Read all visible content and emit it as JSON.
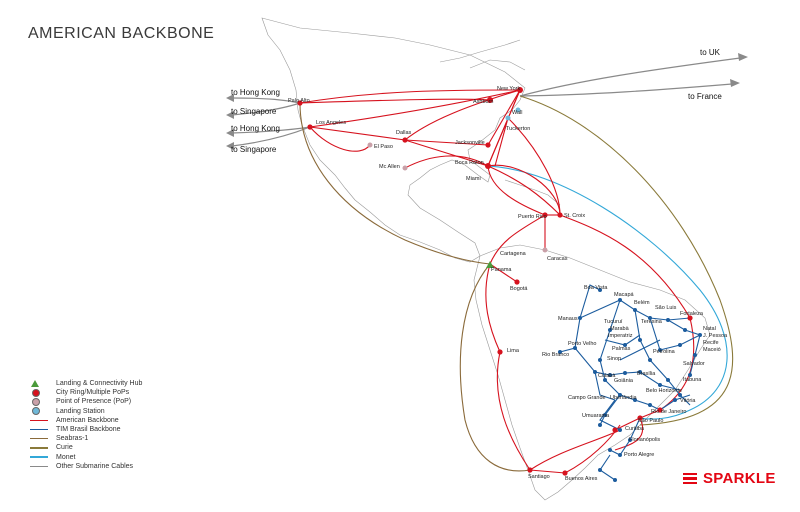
{
  "title": "AMERICAN BACKBONE",
  "colors": {
    "american_backbone": "#d6121e",
    "tim_brasil": "#1c5c9e",
    "seabras": "#8a6a3a",
    "curie": "#8a7a3a",
    "monet": "#33a8d8",
    "other_cables": "#8a8a8a",
    "hub": "#4a9a3a",
    "pop": "#c9a0a8",
    "landing": "#6fb8d8"
  },
  "destinations": {
    "to_uk": "to UK",
    "to_france": "to France",
    "to_hong_kong_1": "to Hong Kong",
    "to_singapore_1": "to Singapore",
    "to_hong_kong_2": "to Hong Kong",
    "to_singapore_2": "to Singapore"
  },
  "cities": {
    "new_york": "New York",
    "ashburn": "Ashburn",
    "wall": "Wall",
    "tuckerton": "Tuckerton",
    "palo_alto": "Palo Alto",
    "los_angeles": "Los Angeles",
    "dallas": "Dallas",
    "el_paso": "El Paso",
    "jacksonville": "Jacksonville",
    "boca_raton": "Boca Raton",
    "miami": "Miami",
    "mc_allen": "Mc Allen",
    "puerto_rico": "Puerto Rico",
    "st_croix": "St. Croix",
    "cartagena": "Cartagena",
    "caracas": "Caracas",
    "panama": "Panama",
    "bogota": "Bogotá",
    "boa_vista": "Boa Vista",
    "macapa": "Macapá",
    "belem": "Belém",
    "sao_luis": "São Luis",
    "fortaleza": "Fortaleza",
    "manaus": "Manaus",
    "tucurui": "Tucuruí",
    "maraba": "Marabà",
    "teresina": "Teresina",
    "natal": "Natal",
    "imperatriz": "Imperatriz",
    "j_pessoa": "J. Pessoa",
    "recife": "Recife",
    "maceio": "Maceió",
    "porto_velho": "Porto Velho",
    "palmas": "Palmas",
    "petrolina": "Petrolina",
    "rio_branco": "Rio Branco",
    "sinop": "Sinop",
    "salvador": "Salvador",
    "lima": "Lima",
    "cuiaba": "Cuiabà",
    "brasilia": "Brasília",
    "goiania": "Goiânia",
    "itabuna": "Itabuna",
    "belo_horizonte": "Belo Horizonte",
    "campo_grande": "Campo Grande",
    "uberlandia": "Uberlândia",
    "vitoria": "Vitória",
    "umuarama": "Umuarama",
    "rio_de_janeiro": "Rio de Janeiro",
    "sao_paulo": "São Paulo",
    "curitiba": "Curitiba",
    "florianopolis": "Florianópolis",
    "porto_alegre": "Porto Alegre",
    "santiago": "Santiago",
    "buenos_aires": "Buenos Aires"
  },
  "legend": [
    {
      "symbol": "triangle",
      "color": "#4a9a3a",
      "label": "Landing & Connectivity Hub"
    },
    {
      "symbol": "dot",
      "color": "#d6121e",
      "label": "City Ring/Multiple PoPs"
    },
    {
      "symbol": "dot",
      "color": "#c9a0a8",
      "label": "Point of Presence (PoP)"
    },
    {
      "symbol": "dot",
      "color": "#6fb8d8",
      "label": "Landing Station"
    },
    {
      "symbol": "line",
      "color": "#d6121e",
      "label": "American Backbone"
    },
    {
      "symbol": "line",
      "color": "#1c5c9e",
      "label": "TIM Brasil Backbone"
    },
    {
      "symbol": "line",
      "color": "#8a6a3a",
      "label": "Seabras-1"
    },
    {
      "symbol": "line",
      "color": "#8a7a3a",
      "label": "Curie"
    },
    {
      "symbol": "line",
      "color": "#33a8d8",
      "label": "Monet"
    },
    {
      "symbol": "line",
      "color": "#8a8a8a",
      "label": "Other Submarine Cables"
    }
  ],
  "logo": {
    "text": "SPARKLE"
  }
}
